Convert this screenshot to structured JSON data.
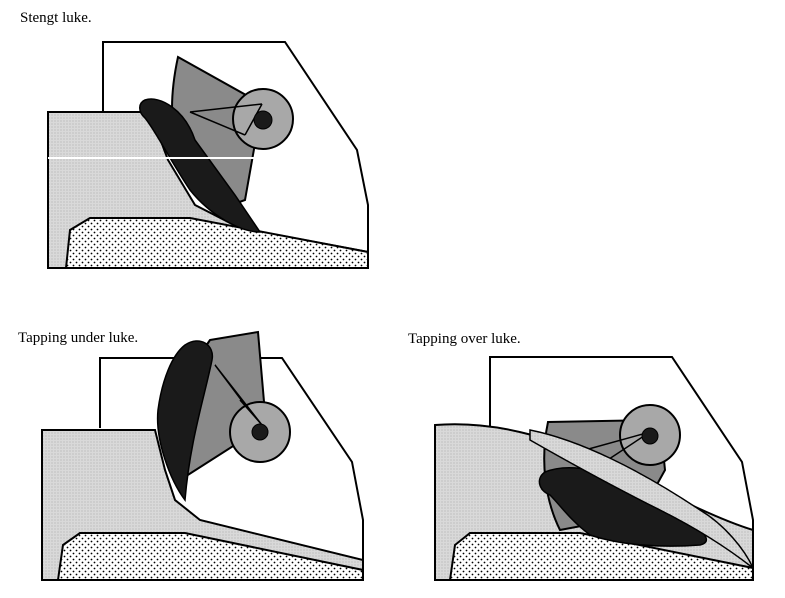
{
  "labels": {
    "closed": "Stengt luke.",
    "under": "Tapping under luke.",
    "over": "Tapping over luke."
  },
  "colors": {
    "sand": "#d4d4d4",
    "gate_gray": "#8a8a8a",
    "pivot_gray": "#a8a8a8",
    "dark": "#1a1a1a",
    "stroke": "#000000",
    "background": "#ffffff"
  }
}
